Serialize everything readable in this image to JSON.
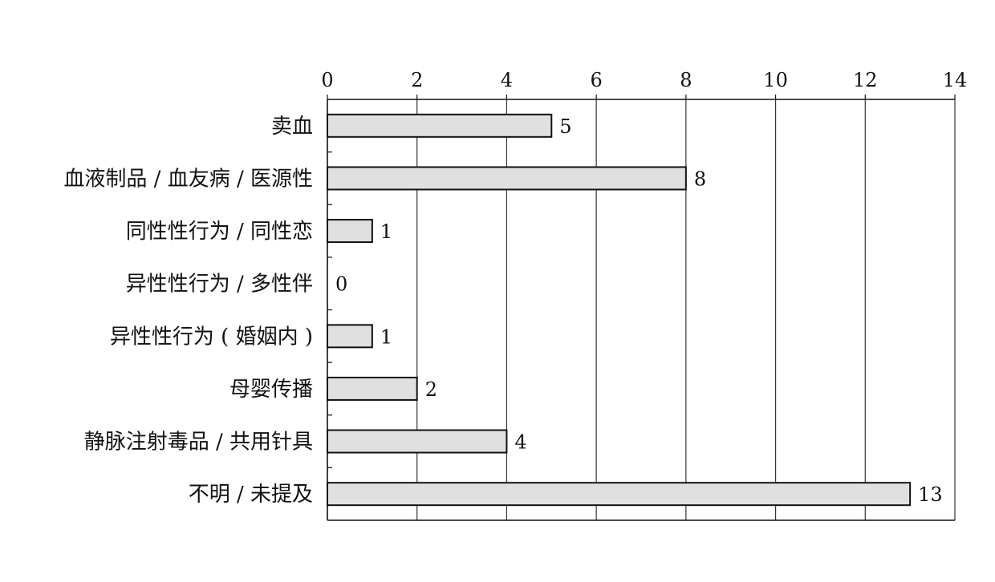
{
  "chart_data": {
    "type": "bar",
    "orientation": "horizontal",
    "title": "",
    "xlabel": "",
    "ylabel": "",
    "xlim": [
      0,
      14
    ],
    "xticks": [
      0,
      2,
      4,
      6,
      8,
      10,
      12,
      14
    ],
    "xtick_labels": [
      "0",
      "2",
      "4",
      "6",
      "8",
      "10",
      "12",
      "14"
    ],
    "x_axis_position": "top",
    "grid": "vertical",
    "legend": "none",
    "categories": [
      "卖血",
      "血液制品 / 血友病 / 医源性",
      "同性性行为 / 同性恋",
      "异性性行为 / 多性伴",
      "异性性行为 ( 婚姻内 )",
      "母婴传播",
      "静脉注射毒品 / 共用针具",
      "不明 / 未提及"
    ],
    "values": [
      5,
      8,
      1,
      0,
      1,
      2,
      4,
      13
    ],
    "data_labels": [
      "5",
      "8",
      "1",
      "0",
      "1",
      "2",
      "4",
      "13"
    ],
    "colors": {
      "bar_fill": "#e0e0e0",
      "bar_stroke": "#111111",
      "axis": "#111111",
      "grid": "#333333"
    }
  }
}
